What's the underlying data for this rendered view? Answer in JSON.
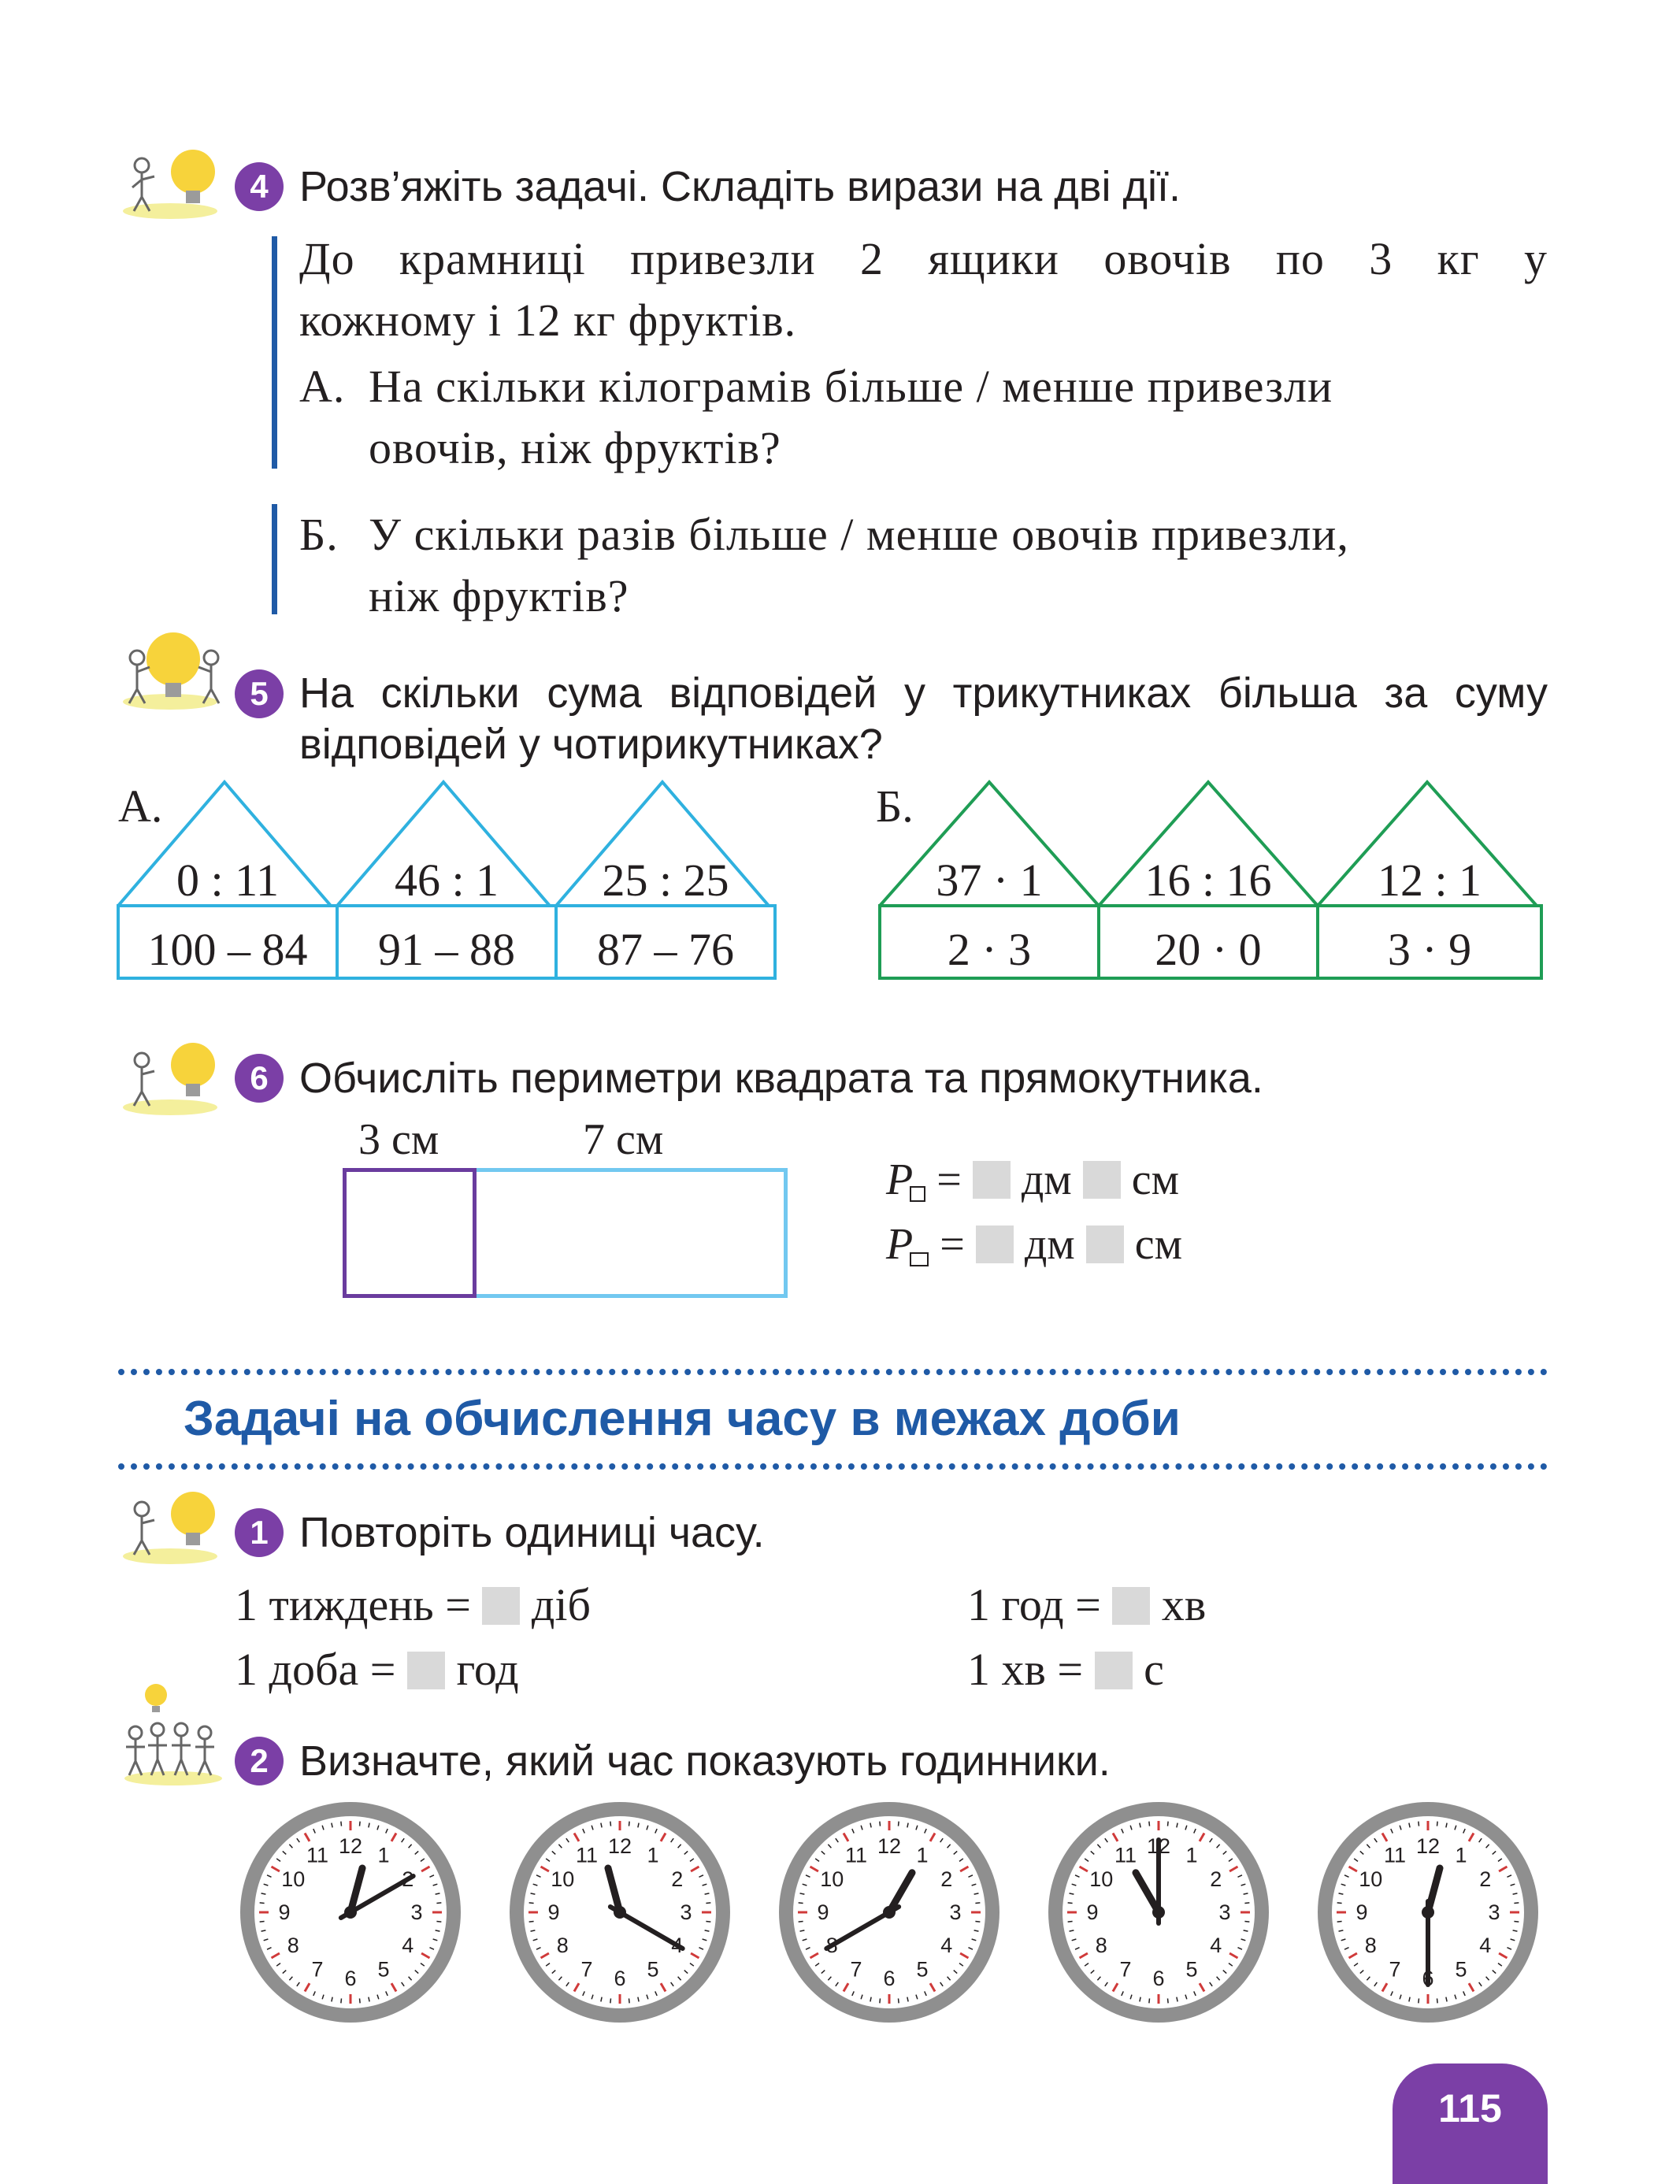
{
  "task4": {
    "number": "4",
    "instruction": "Розв’яжіть задачі. Складіть вирази на дві дії.",
    "line1": "До крамниці привезли 2 ящики овочів по 3 кг у",
    "line2": "кожному і 12 кг фруктів.",
    "a_label": "А.",
    "a_line1": "На скільки кілограмів більше / менше привезли",
    "a_line2": "овочів, ніж фруктів?",
    "b_label": "Б.",
    "b_line1": "У скільки разів більше / менше овочів привезли,",
    "b_line2": "ніж фруктів?"
  },
  "task5": {
    "number": "5",
    "instruction_line1": "На скільки сума відповідей у трикутниках більша за суму",
    "instruction_line2": "відповідей у чотирикутниках?",
    "group_a": {
      "label": "А.",
      "color": "#2fb1df",
      "roofs": [
        "0 : 11",
        "46 : 1",
        "25 : 25"
      ],
      "bases": [
        "100 – 84",
        "91 – 88",
        "87 – 76"
      ]
    },
    "group_b": {
      "label": "Б.",
      "color": "#1f9d55",
      "roofs": [
        "37 · 1",
        "16 : 16",
        "12 : 1"
      ],
      "bases": [
        "2 · 3",
        "20 · 0",
        "3 · 9"
      ]
    }
  },
  "task6": {
    "number": "6",
    "instruction": "Обчисліть периметри квадрата та прямокутника.",
    "label_square": "3 см",
    "label_rect": "7 см",
    "p_symbol": "P",
    "equals": "=",
    "unit_dm": "дм",
    "unit_cm": "см"
  },
  "section": {
    "title": "Задачі на обчислення часу в межах доби"
  },
  "s_task1": {
    "number": "1",
    "instruction": "Повторіть одиниці часу.",
    "week_left": "1 тиждень =",
    "week_unit": "діб",
    "day_left": "1 доба =",
    "day_unit": "год",
    "hour_left": "1 год =",
    "hour_unit": "хв",
    "min_left": "1 хв =",
    "min_unit": "с"
  },
  "s_task2": {
    "number": "2",
    "instruction": "Визначте, який час показують годинники.",
    "clocks": [
      {
        "hour_hand_deg": 15,
        "minute_hand_deg": 60
      },
      {
        "hour_hand_deg": 345,
        "minute_hand_deg": 120
      },
      {
        "hour_hand_deg": 30,
        "minute_hand_deg": 240
      },
      {
        "hour_hand_deg": 330,
        "minute_hand_deg": 0
      },
      {
        "hour_hand_deg": 15,
        "minute_hand_deg": 180
      }
    ],
    "dial_numbers": [
      "12",
      "1",
      "2",
      "3",
      "4",
      "5",
      "6",
      "7",
      "8",
      "9",
      "10",
      "11"
    ]
  },
  "page": {
    "number": "115",
    "accent": "#7b3fa6",
    "blue": "#1f5aa6"
  }
}
